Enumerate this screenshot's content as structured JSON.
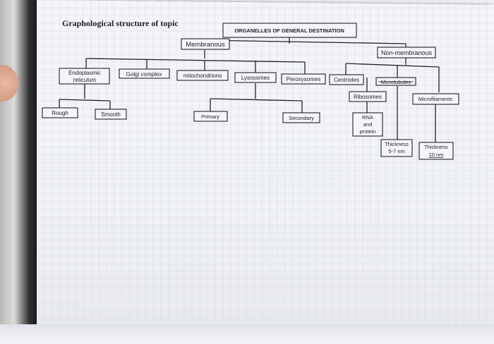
{
  "page_title": "Graphological structure of topic",
  "root": "ORGANELLES OF GENERAL DESTINATION",
  "membranous": "Membranous",
  "non_membranous": "Non-membranous",
  "er": [
    "Endoplasmic",
    "reticulum"
  ],
  "golgi": "Golgi complex",
  "mitochondria": "mitochondrions",
  "lysosomes": "Lysosomes",
  "peroxysomes": "Peroxysomes",
  "centrioles": "Centrioles",
  "microtubules": "Microtubules",
  "ribosomes": "Ribosomes",
  "microfilaments": "Microfilaments",
  "rough": "Rough",
  "smooth": "Smooth",
  "primary": "Primary",
  "secondary": "Secondary",
  "rna": [
    "RNA",
    "and",
    "protein"
  ],
  "thickness_57": [
    "Thickness",
    "5-7 nm"
  ],
  "thickness_10": [
    "Thickness",
    "10 nm"
  ]
}
